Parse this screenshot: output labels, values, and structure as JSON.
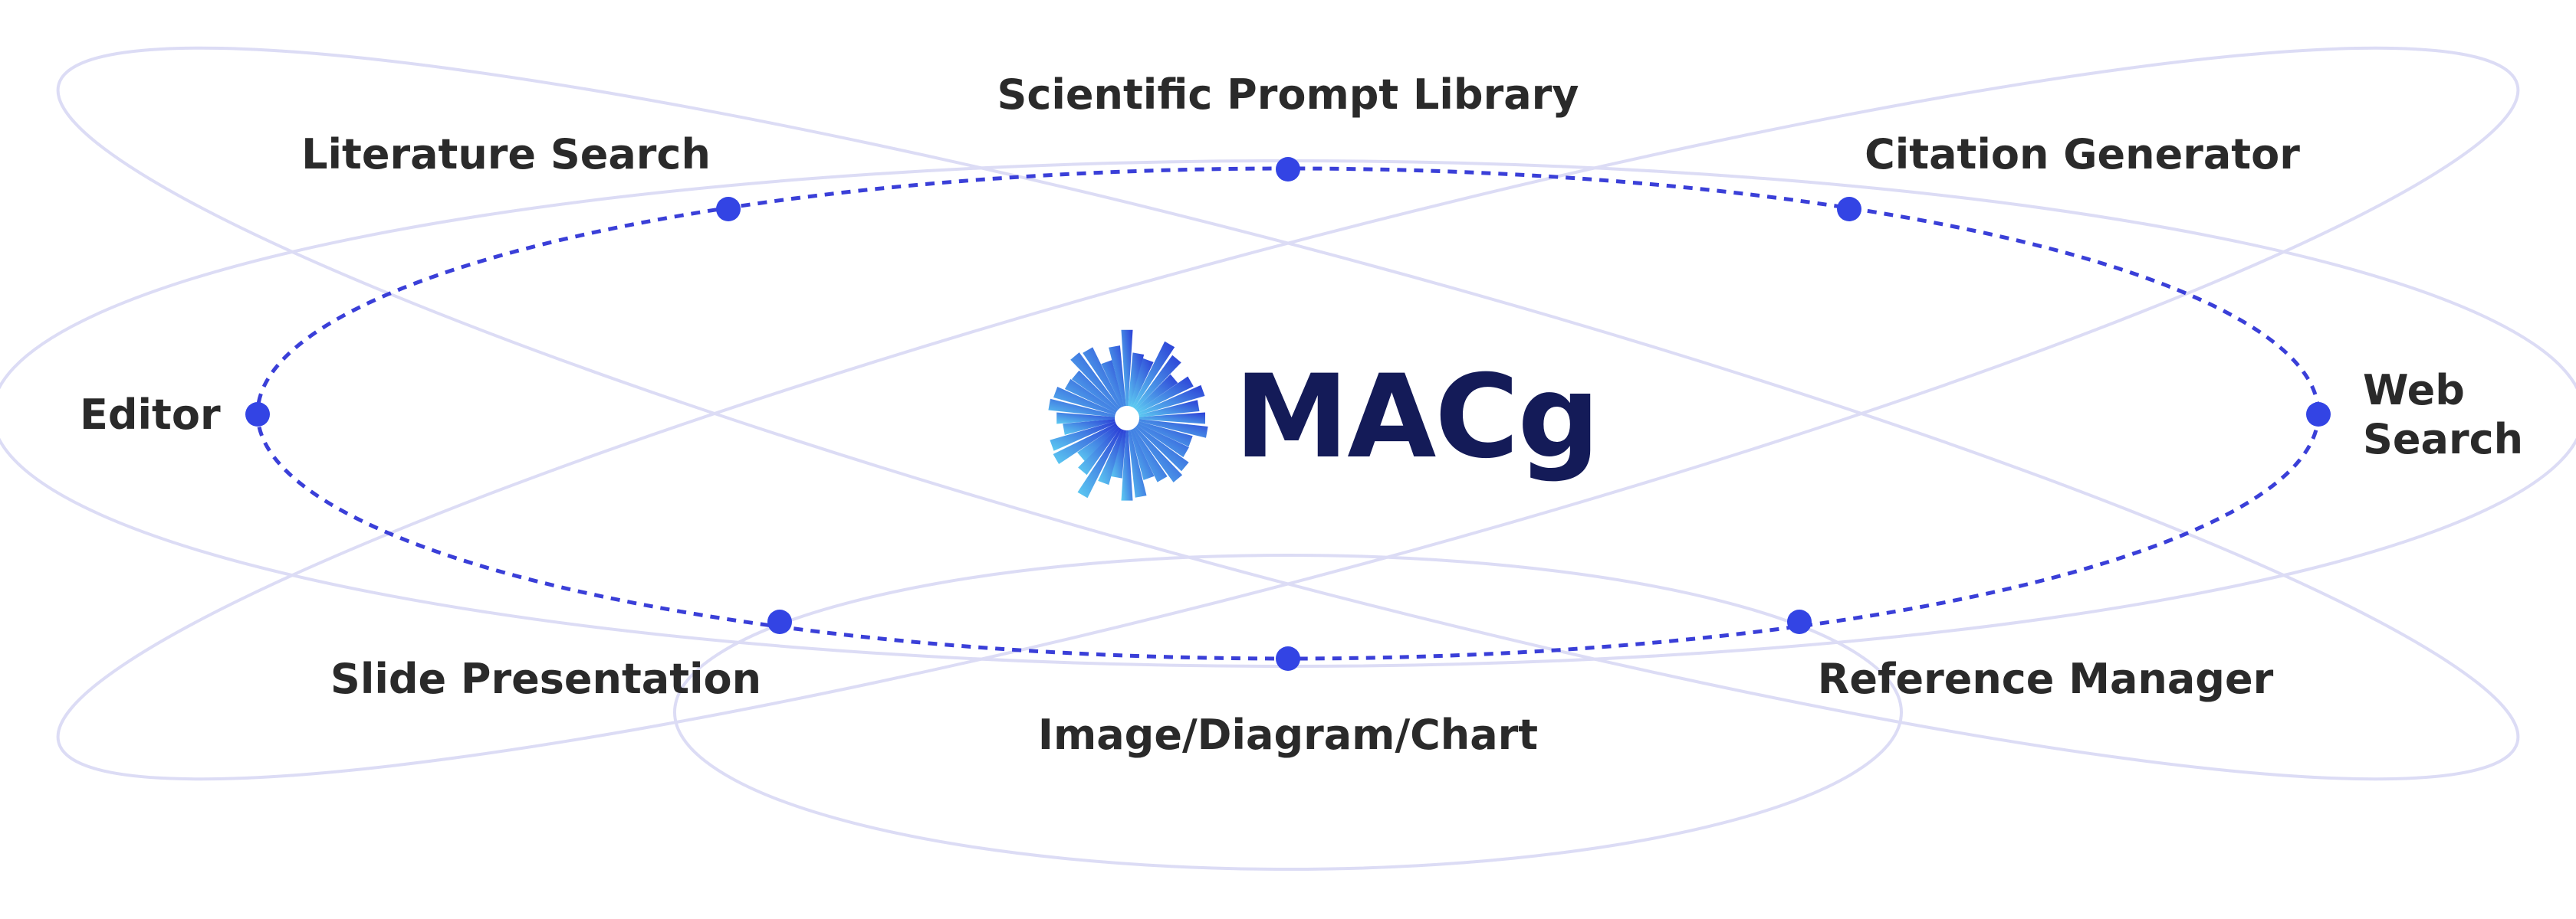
{
  "brand": {
    "name": "MACg",
    "logo_icon": "sunburst-logo-icon"
  },
  "nodes": [
    {
      "id": "scientific-prompt-library",
      "label": "Scientific Prompt Library"
    },
    {
      "id": "literature-search",
      "label": "Literature Search"
    },
    {
      "id": "citation-generator",
      "label": "Citation Generator"
    },
    {
      "id": "editor",
      "label": "Editor"
    },
    {
      "id": "web-search",
      "label_lines": [
        "Web",
        "Search"
      ]
    },
    {
      "id": "slide-presentation",
      "label": "Slide Presentation"
    },
    {
      "id": "reference-manager",
      "label": "Reference Manager"
    },
    {
      "id": "image-diagram-chart",
      "label": "Image/Diagram/Chart"
    }
  ],
  "colors": {
    "orbit_dashed": "#3a3fd8",
    "node_dot": "#3344e4",
    "petal_outline": "#dcdcf5",
    "label_text": "#2a2a2a",
    "brand_text": "#141b58",
    "logo_gradient_start": "#5ecdf2",
    "logo_gradient_end": "#2b3ed6"
  }
}
